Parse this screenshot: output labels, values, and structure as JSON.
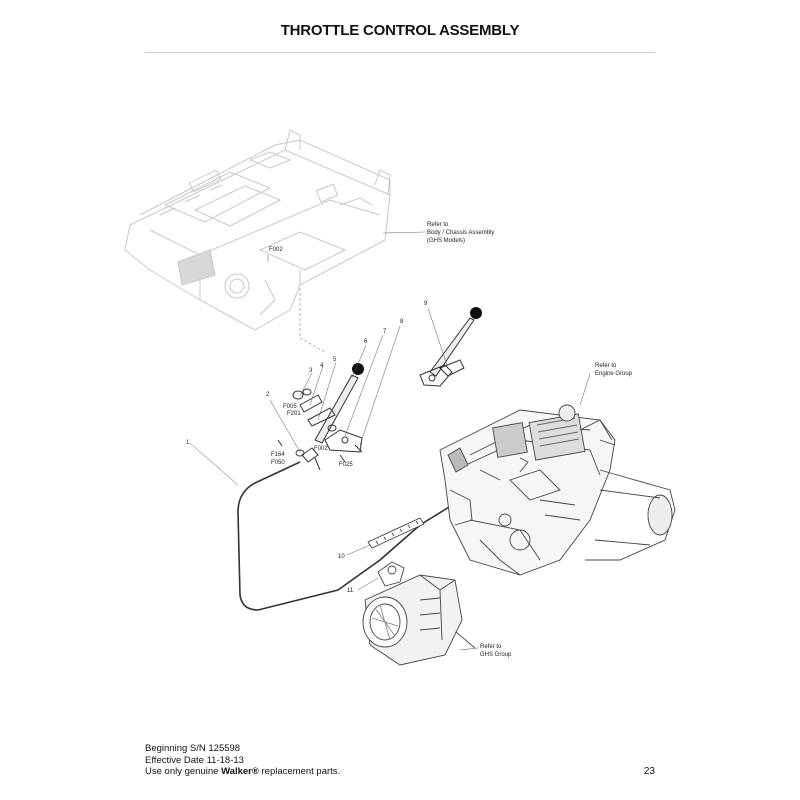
{
  "page": {
    "title": "THROTTLE CONTROL ASSEMBLY",
    "page_number": "23"
  },
  "footer": {
    "serial": "Beginning S/N 125598",
    "effective": "Effective Date 11-18-13",
    "notice_prefix": "Use only genuine ",
    "brand": "Walker®",
    "notice_suffix": " replacement parts."
  },
  "callouts": {
    "c1": "1",
    "c2": "2",
    "c3": "3",
    "c4": "4",
    "c5": "5",
    "c6": "6",
    "c7": "7",
    "c8": "8",
    "c9": "9",
    "c10": "10",
    "c11": "11",
    "f002_top": "F002",
    "f002_mid": "F002",
    "f005": "F005",
    "f201": "F201",
    "f164": "F164",
    "f050": "F050",
    "f025": "F025"
  },
  "references": {
    "body_1": "Refer to",
    "body_2": "Body / Chassis Assembly",
    "body_3": "(GHS Models)",
    "engine_1": "Refer to",
    "engine_2": "Engine Group",
    "ghs_1": "Refer to",
    "ghs_2": "GHS Group"
  }
}
